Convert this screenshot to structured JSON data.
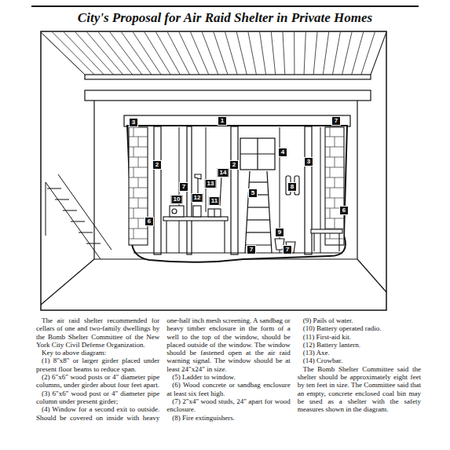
{
  "diagram": {
    "title": "City's Proposal for Air Raid Shelter in Private Homes",
    "labels": [
      "3",
      "1",
      "7",
      "2",
      "2",
      "3",
      "4",
      "13",
      "14",
      "7",
      "5",
      "8",
      "12",
      "10",
      "11",
      "6",
      "6",
      "9",
      "7",
      "7",
      "The air raid shelter recommended for cellars of one and two-family dwellings by the Bomb Shelter Committee of the New York City Civil Defense Organization.",
      "Key to above diagram:",
      "(1) 8\"x8\" or larger girder placed under present floor beams to reduce span.",
      "(2) 6\"x6\" wood posts or 4\" diameter pipe columns, under girder about four feet apart.",
      "(3) 6\"x6\" wood post or 4\" diameter pipe column under present girder;",
      "(4) Window for a second exit to outside. Should be covered on inside with heavy one-half inch mesh screening. A sandbag or heavy timber enclosure in the form of a well to the top of the window, should be placed outside of the window. The window should be fastened open at the air raid warning signal. The window should be at least 24\"x24\" in size.",
      "(5) Ladder to window.",
      "(6) Wood concrete or sandbag enclosure at least six feet high.",
      "(7) 2\"x4\" wood studs, 24\" apart for wood enclosure.",
      "(8) Fire extinguishers.",
      "(9) Pails of water.",
      "(10) Battery operated radio.",
      "(11) First-aid kit.",
      "(12) Battery lantern.",
      "(13) Axe.",
      "(14) Crowbar.",
      "The Bomb Shelter Committee said the shelter should be approximately eight feet by ten feet in size. The Committee said that an empty, concrete enclosed coal bin may be used as a shelter with the safety measures shown in the diagram."
    ]
  }
}
